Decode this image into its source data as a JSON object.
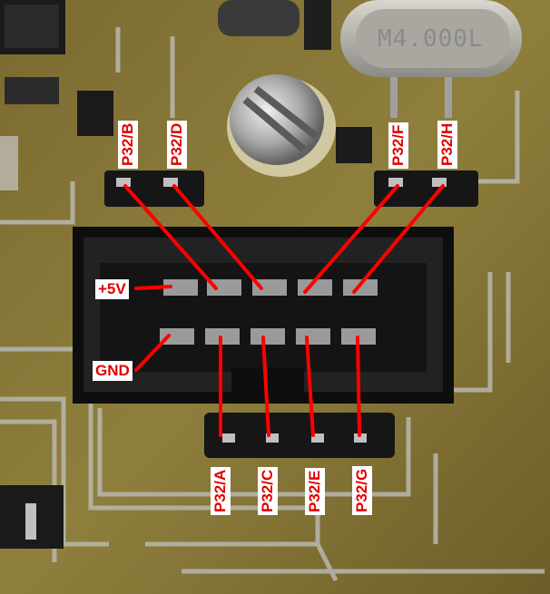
{
  "crystal": {
    "marking": "M4.000L"
  },
  "labels": {
    "plus5v": "+5V",
    "gnd": "GND",
    "p32a": "P32/A",
    "p32b": "P32/B",
    "p32c": "P32/C",
    "p32d": "P32/D",
    "p32e": "P32/E",
    "p32f": "P32/F",
    "p32g": "P32/G",
    "p32h": "P32/H"
  },
  "colors": {
    "label_text": "#e00000",
    "label_bg": "#ffffff",
    "wire": "#ff0000",
    "board": "#8a7a3a"
  }
}
